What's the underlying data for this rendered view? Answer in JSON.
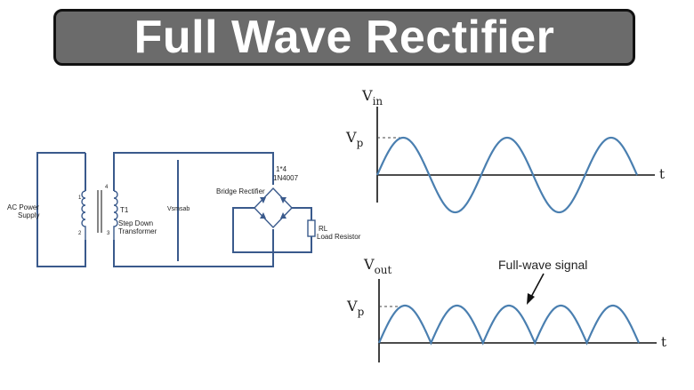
{
  "title": "Full Wave Rectifier",
  "circuit": {
    "source_label_line1": "AC Power",
    "source_label_line2": "Supply",
    "transformer_name": "T1",
    "transformer_desc_line1": "Step Down",
    "transformer_desc_line2": "Transformer",
    "secondary_voltage_label": "Vsmsab",
    "bridge_label": "Bridge Rectifier",
    "bridge_part_line1": "1*4",
    "bridge_part_line2": "1N4007",
    "load_name": "RL",
    "load_desc": "Load Resistor",
    "pin_1": "1",
    "pin_4": "4",
    "pin_2": "2",
    "pin_3": "3"
  },
  "input_wave": {
    "y_label_main": "V",
    "y_label_sub": "in",
    "peak_label_main": "V",
    "peak_label_sub": "p",
    "x_label": "t"
  },
  "output_wave": {
    "y_label_main": "V",
    "y_label_sub": "out",
    "peak_label_main": "V",
    "peak_label_sub": "p",
    "x_label": "t",
    "annotation": "Full-wave signal"
  },
  "colors": {
    "wire": "#3a5a8c",
    "waveform": "#4a7fb0",
    "axis": "#111111",
    "banner_bg": "#6b6b6b"
  }
}
